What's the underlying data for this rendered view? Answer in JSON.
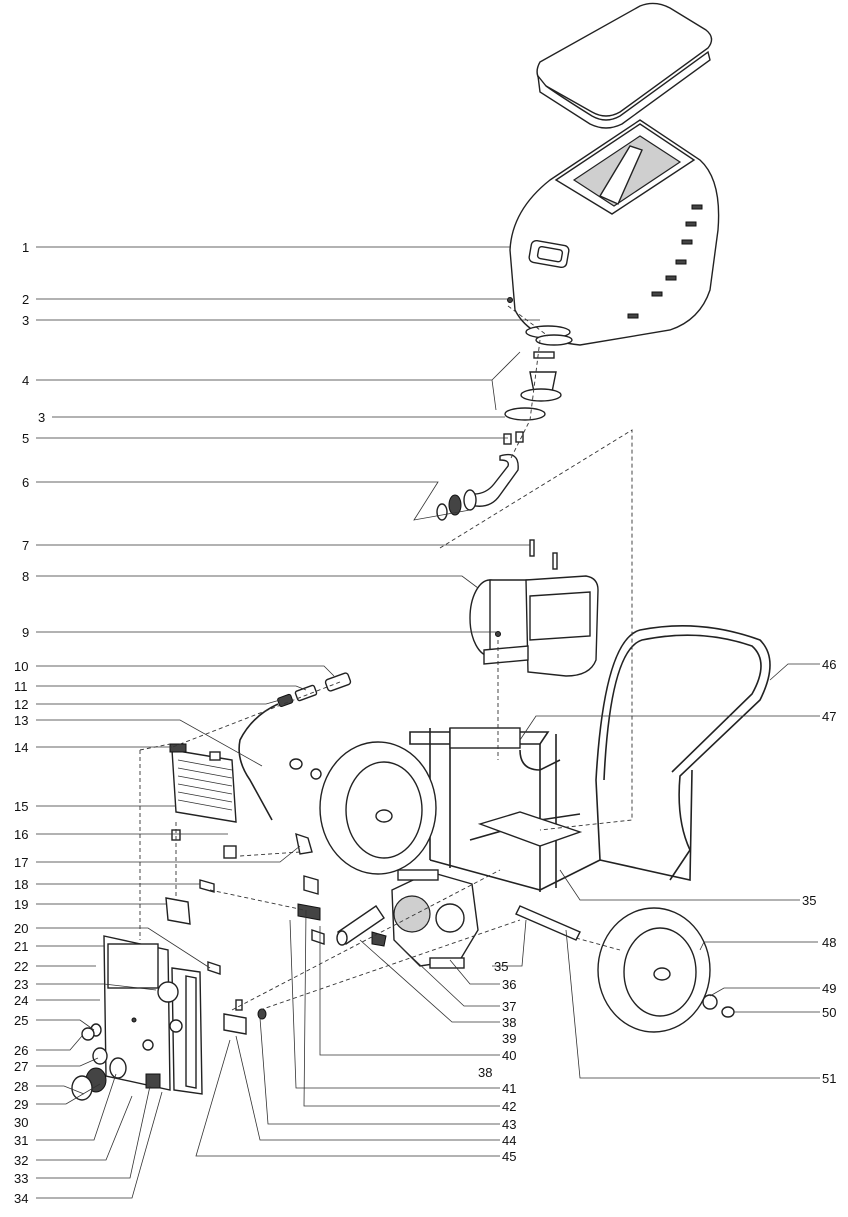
{
  "callouts": [
    {
      "id": "c1",
      "label": "1"
    },
    {
      "id": "c2",
      "label": "2"
    },
    {
      "id": "c3a",
      "label": "3"
    },
    {
      "id": "c4",
      "label": "4"
    },
    {
      "id": "c3b",
      "label": "3"
    },
    {
      "id": "c5",
      "label": "5"
    },
    {
      "id": "c6",
      "label": "6"
    },
    {
      "id": "c7",
      "label": "7"
    },
    {
      "id": "c8",
      "label": "8"
    },
    {
      "id": "c9",
      "label": "9"
    },
    {
      "id": "c10",
      "label": "10"
    },
    {
      "id": "c11",
      "label": "11"
    },
    {
      "id": "c12",
      "label": "12"
    },
    {
      "id": "c13",
      "label": "13"
    },
    {
      "id": "c14",
      "label": "14"
    },
    {
      "id": "c15",
      "label": "15"
    },
    {
      "id": "c16",
      "label": "16"
    },
    {
      "id": "c17",
      "label": "17"
    },
    {
      "id": "c18",
      "label": "18"
    },
    {
      "id": "c19",
      "label": "19"
    },
    {
      "id": "c20",
      "label": "20"
    },
    {
      "id": "c21",
      "label": "21"
    },
    {
      "id": "c22",
      "label": "22"
    },
    {
      "id": "c23",
      "label": "23"
    },
    {
      "id": "c24",
      "label": "24"
    },
    {
      "id": "c25",
      "label": "25"
    },
    {
      "id": "c26",
      "label": "26"
    },
    {
      "id": "c27",
      "label": "27"
    },
    {
      "id": "c28",
      "label": "28"
    },
    {
      "id": "c29",
      "label": "29"
    },
    {
      "id": "c30",
      "label": "30"
    },
    {
      "id": "c31",
      "label": "31"
    },
    {
      "id": "c32",
      "label": "32"
    },
    {
      "id": "c33",
      "label": "33"
    },
    {
      "id": "c34",
      "label": "34"
    },
    {
      "id": "c46",
      "label": "46"
    },
    {
      "id": "c47",
      "label": "47"
    },
    {
      "id": "c35a",
      "label": "35"
    },
    {
      "id": "c48",
      "label": "48"
    },
    {
      "id": "c35b",
      "label": "35"
    },
    {
      "id": "c36",
      "label": "36"
    },
    {
      "id": "c49",
      "label": "49"
    },
    {
      "id": "c50",
      "label": "50"
    },
    {
      "id": "c37",
      "label": "37"
    },
    {
      "id": "c38a",
      "label": "38"
    },
    {
      "id": "c39",
      "label": "39"
    },
    {
      "id": "c40",
      "label": "40"
    },
    {
      "id": "c38b",
      "label": "38"
    },
    {
      "id": "c51",
      "label": "51"
    },
    {
      "id": "c41",
      "label": "41"
    },
    {
      "id": "c42",
      "label": "42"
    },
    {
      "id": "c43",
      "label": "43"
    },
    {
      "id": "c44",
      "label": "44"
    },
    {
      "id": "c45",
      "label": "45"
    }
  ]
}
